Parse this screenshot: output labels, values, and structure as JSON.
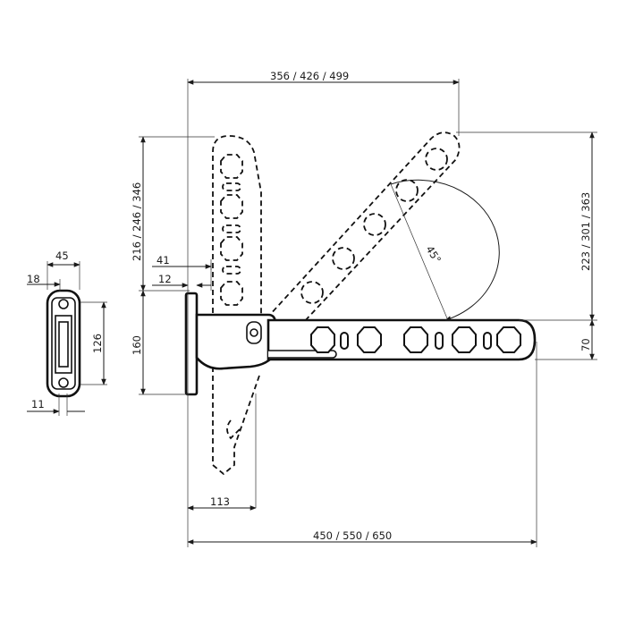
{
  "dimensions": {
    "top_width": "356 / 426 / 499",
    "bottom_width": "450 / 550 / 650",
    "left_height": "216 / 246 / 346",
    "right_height": "223 / 301 / 363",
    "right_small": "70",
    "bracket_height": "160",
    "bracket_depth": "113",
    "offset_41": "41",
    "offset_12": "12",
    "angle": "45°",
    "side_width": "45",
    "side_18": "18",
    "side_126": "126",
    "side_11": "11"
  }
}
